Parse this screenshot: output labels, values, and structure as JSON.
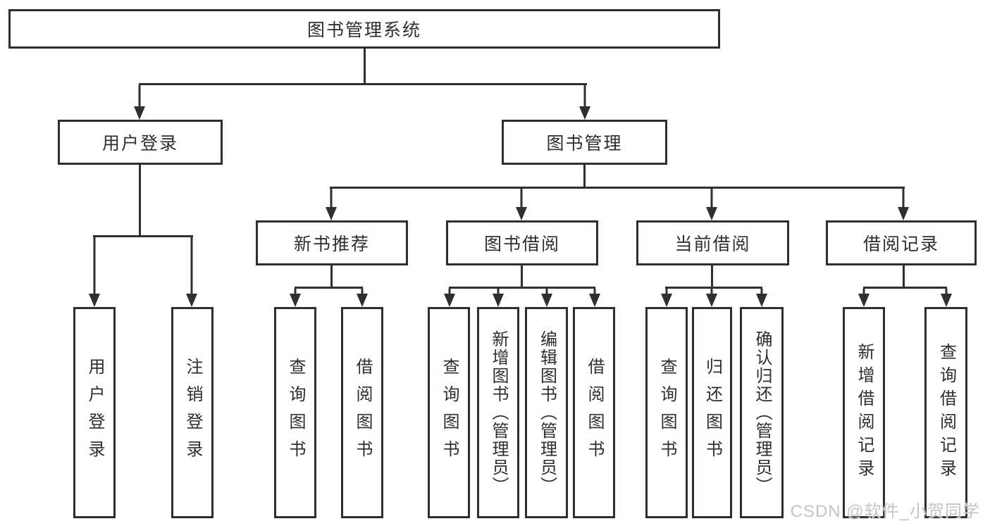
{
  "diagram": {
    "root": {
      "label": "图书管理系统"
    },
    "branches": [
      {
        "label": "用户登录",
        "children": [
          {
            "label": "用户登录"
          },
          {
            "label": "注销登录"
          }
        ]
      },
      {
        "label": "图书管理",
        "children": [
          {
            "label": "新书推荐",
            "children": [
              {
                "label": "查询图书"
              },
              {
                "label": "借阅图书"
              }
            ]
          },
          {
            "label": "图书借阅",
            "children": [
              {
                "label": "查询图书"
              },
              {
                "label": "新增图书（管理员）"
              },
              {
                "label": "编辑图书（管理员）"
              },
              {
                "label": "借阅图书"
              }
            ]
          },
          {
            "label": "当前借阅",
            "children": [
              {
                "label": "查询图书"
              },
              {
                "label": "归还图书"
              },
              {
                "label": "确认归还（管理员）"
              }
            ]
          },
          {
            "label": "借阅记录",
            "children": [
              {
                "label": "新增借阅记录"
              },
              {
                "label": "查询借阅记录"
              }
            ]
          }
        ]
      }
    ]
  },
  "watermark": {
    "text": "CSDN @软件_小贺同学"
  },
  "colors": {
    "line": "#2f2f2f",
    "text": "#2e2e2e",
    "background": "#ffffff",
    "watermark_gray": "#c2c5c8"
  }
}
